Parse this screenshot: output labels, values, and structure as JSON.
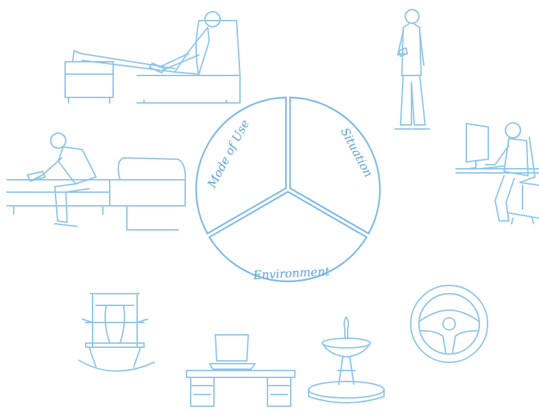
{
  "diagram": {
    "nodes": [
      {
        "text": [
          "Mode of Use"
        ]
      },
      {
        "text": [
          "Situation"
        ]
      },
      {
        "text": [
          "Environment"
        ]
      }
    ]
  }
}
